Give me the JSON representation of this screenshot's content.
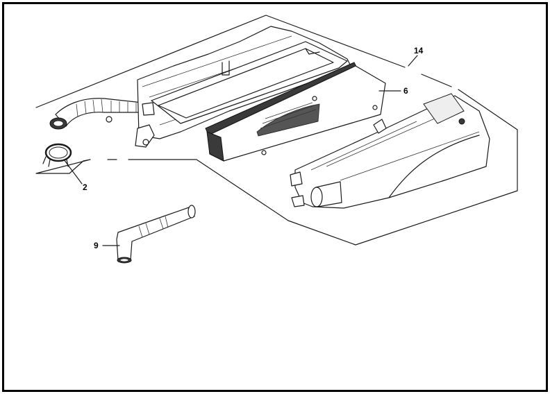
{
  "callouts": {
    "c2": "2",
    "c6": "6",
    "c9": "9",
    "c14": "14"
  },
  "colors": {
    "line": "#1a1a1a",
    "background": "#ffffff",
    "border": "#000000"
  }
}
